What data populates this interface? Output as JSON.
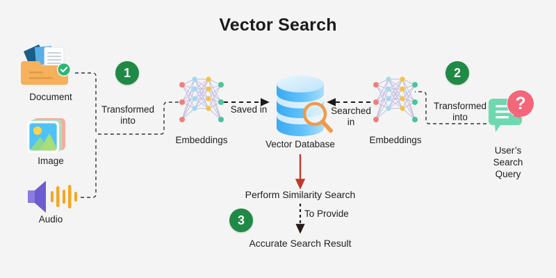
{
  "title": "Vector Search",
  "background_color": "#f4f4f4",
  "accent_colors": {
    "badge_green": "#1f8a45",
    "arrow_red": "#c0392b",
    "arrow_black": "#1a1a1a",
    "dashed_line": "#333333",
    "database_blue": "#5bb8f5",
    "magnifier_orange": "#f2994a",
    "audio_purple": "#6d5bd0",
    "folder_orange": "#f7b05b",
    "chat_green": "#6fd8b0",
    "question_pink": "#f4667a"
  },
  "sources": [
    {
      "id": "document",
      "label": "Document",
      "icon": "document-folder-icon"
    },
    {
      "id": "image",
      "label": "Image",
      "icon": "image-photo-icon"
    },
    {
      "id": "audio",
      "label": "Audio",
      "icon": "audio-speaker-icon"
    }
  ],
  "steps": [
    {
      "number": "1"
    },
    {
      "number": "2"
    },
    {
      "number": "3"
    }
  ],
  "nodes": {
    "embeddings_left": {
      "label": "Embeddings",
      "icon": "neural-network-icon"
    },
    "embeddings_right": {
      "label": "Embeddings",
      "icon": "neural-network-icon"
    },
    "vector_database": {
      "label": "Vector Database",
      "icon": "database-search-icon"
    },
    "user_query": {
      "label": "User’s\nSearch\nQuery",
      "label_lines": [
        "User’s",
        "Search",
        "Query"
      ],
      "icon": "chat-question-icon"
    },
    "similarity_search": {
      "label": "Perform Similarity Search"
    },
    "search_result": {
      "label": "Accurate Search Result"
    }
  },
  "edges": {
    "sources_to_embeddings": {
      "label_lines": [
        "Transformed",
        "into"
      ],
      "style": "dashed"
    },
    "embeddings_to_db": {
      "label": "Saved in",
      "style": "dashed-arrow"
    },
    "db_to_embeddings_right": {
      "label_lines": [
        "Searched",
        "in"
      ],
      "style": "dashed-arrow"
    },
    "query_to_embeddings_right": {
      "label_lines": [
        "Transformed",
        "into"
      ],
      "style": "dashed"
    },
    "db_to_similarity": {
      "label": "",
      "style": "solid-red-arrow"
    },
    "similarity_to_result": {
      "label": "To Provide",
      "style": "dashed-arrow"
    }
  },
  "neural_net": {
    "layers": [
      {
        "color": "#ef7f7f",
        "count": 3
      },
      {
        "color": "#9fd9ef",
        "count": 4
      },
      {
        "color": "#f5c242",
        "count": 4
      },
      {
        "color": "#4cc39a",
        "count": 3
      }
    ],
    "link_color": "#b9b2de"
  }
}
